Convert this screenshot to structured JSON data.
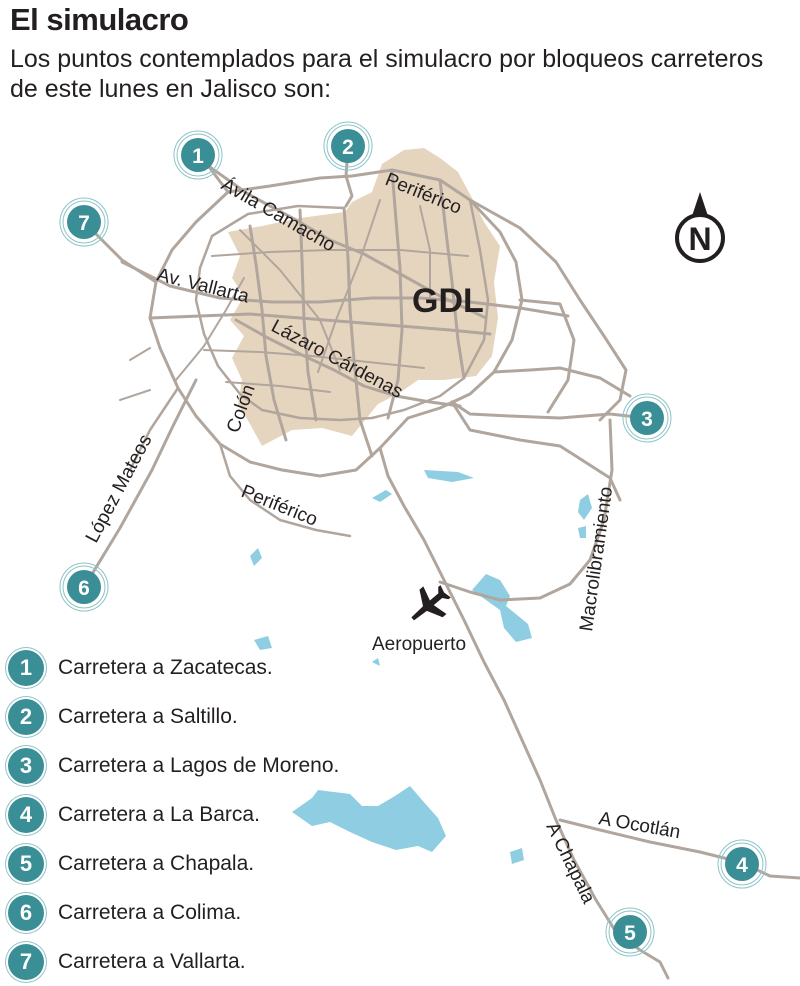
{
  "header": {
    "title": "El simulacro",
    "subtitle": "Los puntos contemplados para el simulacro por bloqueos carreteros de este lunes en Jalisco son:"
  },
  "map": {
    "city_label": "GDL",
    "compass": "N",
    "airport_label": "Aeropuerto",
    "road_labels": {
      "avila_camacho": "Ávila Camacho",
      "periferico_ne": "Periférico",
      "av_vallarta": "Av. Vallarta",
      "lazaro_cardenas": "Lázaro Cárdenas",
      "colon": "Colón",
      "lopez_mateos": "López Mateos",
      "periferico_s": "Periférico",
      "macrolibramiento": "Macrolibramiento",
      "a_ocotlan": "A Ocotlán",
      "a_chapala": "A Chapala"
    },
    "markers": [
      "1",
      "2",
      "3",
      "4",
      "5",
      "6",
      "7"
    ]
  },
  "legend": [
    {
      "num": "1",
      "text": "Carretera a Zacatecas."
    },
    {
      "num": "2",
      "text": "Carretera a Saltillo."
    },
    {
      "num": "3",
      "text": "Carretera a Lagos de Moreno."
    },
    {
      "num": "4",
      "text": "Carretera a La Barca."
    },
    {
      "num": "5",
      "text": "Carretera a Chapala."
    },
    {
      "num": "6",
      "text": "Carretera a Colima."
    },
    {
      "num": "7",
      "text": "Carretera a Vallarta."
    }
  ],
  "colors": {
    "urban_area": "#e6d5be",
    "road": "#b1a69d",
    "water": "#8fcde2",
    "marker": "#3a8e95"
  }
}
